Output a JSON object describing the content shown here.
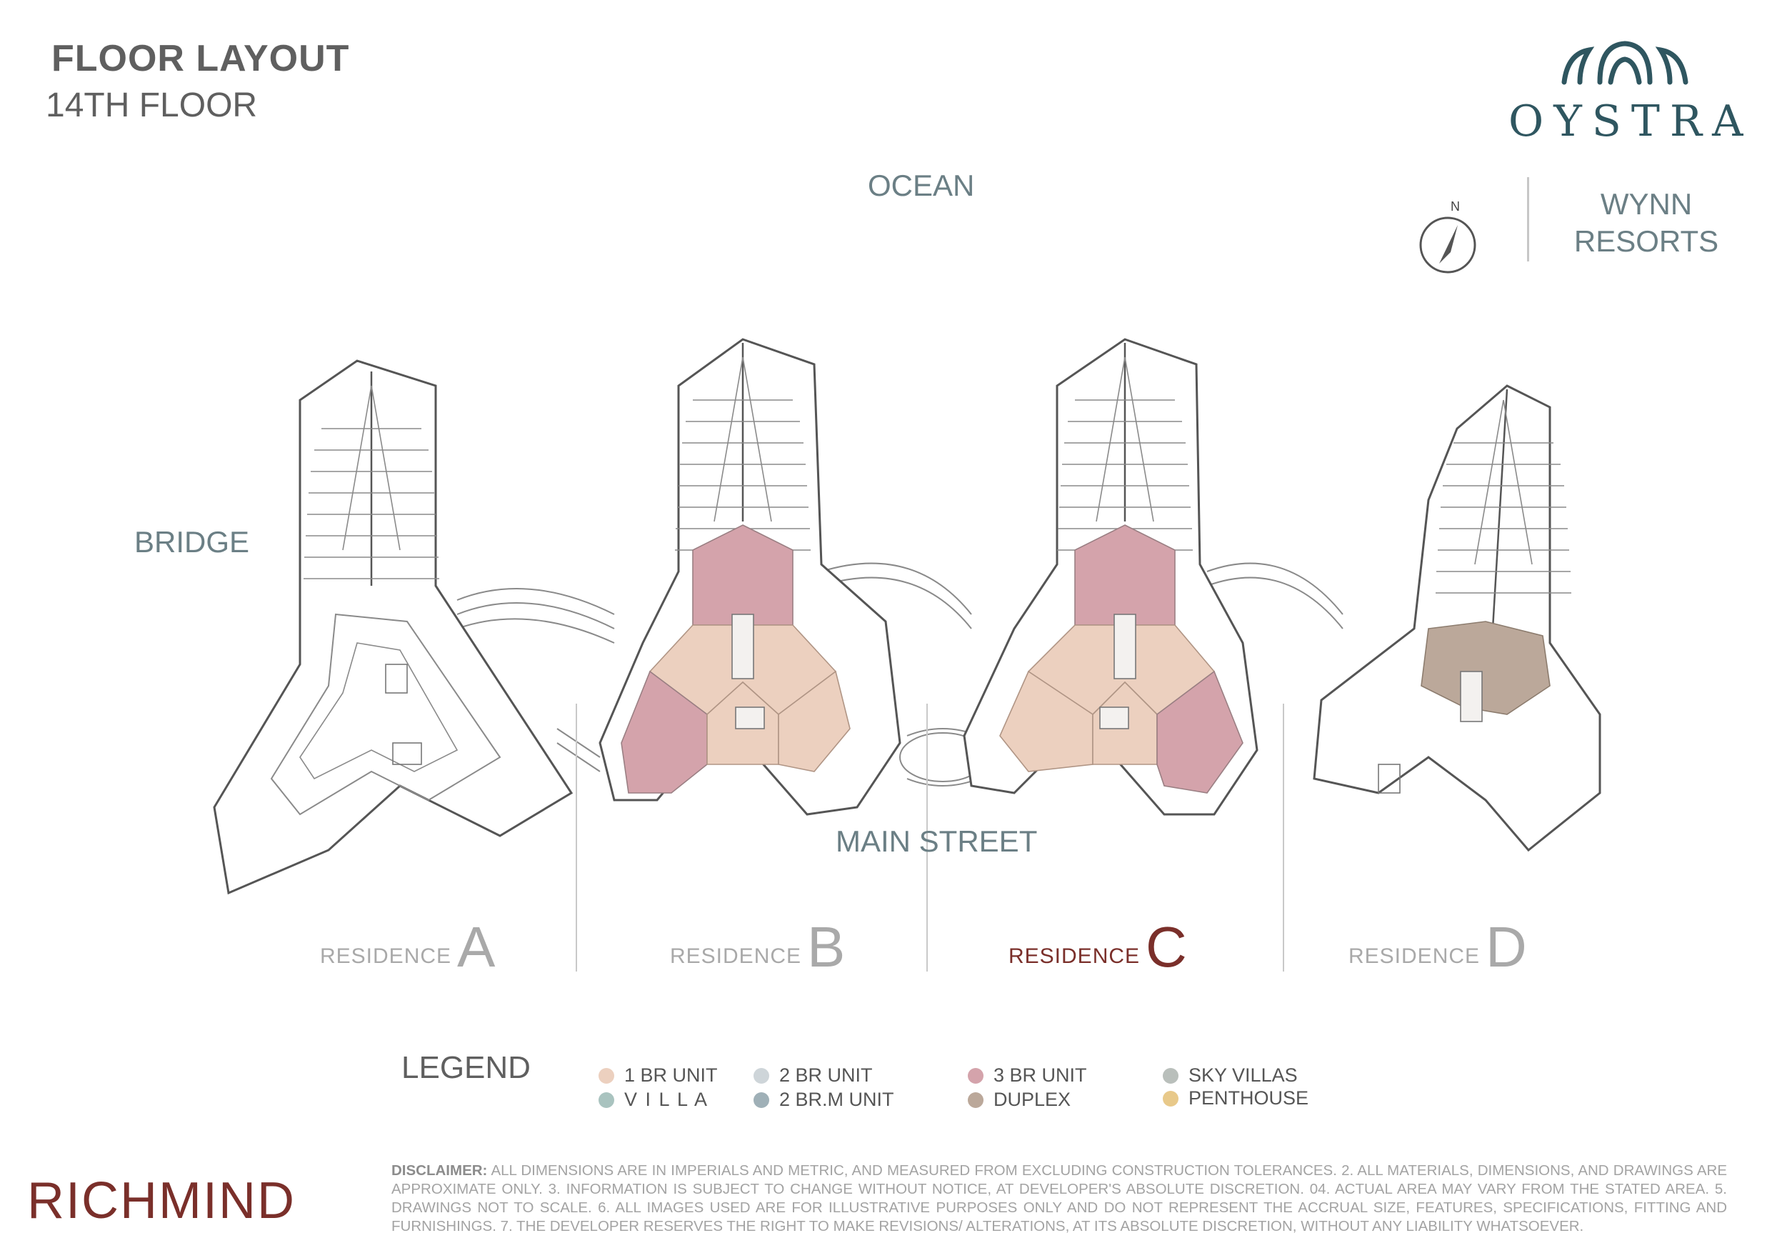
{
  "header": {
    "title": "FLOOR LAYOUT",
    "subtitle": "14TH FLOOR"
  },
  "brand": {
    "logo_text": "OYSTRA",
    "logo_color": "#2f5660",
    "partner_line1": "WYNN",
    "partner_line2": "RESORTS",
    "compass_letter": "N"
  },
  "map_labels": {
    "ocean": "OCEAN",
    "bridge": "BRIDGE",
    "main_street": "MAIN STREET"
  },
  "residences": [
    {
      "prefix": "RESIDENCE",
      "letter": "A",
      "highlighted": false
    },
    {
      "prefix": "RESIDENCE",
      "letter": "B",
      "highlighted": false
    },
    {
      "prefix": "RESIDENCE",
      "letter": "C",
      "highlighted": true
    },
    {
      "prefix": "RESIDENCE",
      "letter": "D",
      "highlighted": false
    }
  ],
  "legend": {
    "title": "LEGEND",
    "items": [
      {
        "label": "1 BR UNIT",
        "color": "#ecd0bf"
      },
      {
        "label": "V I L L A",
        "color": "#a9c3bf"
      },
      {
        "label": "2 BR UNIT",
        "color": "#ced5d9"
      },
      {
        "label": "2 BR.M UNIT",
        "color": "#9fb0b7"
      },
      {
        "label": "3 BR UNIT",
        "color": "#d4a3ab"
      },
      {
        "label": "DUPLEX",
        "color": "#bba89a"
      },
      {
        "label": "SKY VILLAS",
        "color": "#b9bfbb"
      },
      {
        "label": "PENTHOUSE",
        "color": "#e8c98a"
      }
    ]
  },
  "footer": {
    "developer": "RICHMIND",
    "developer_color": "#7a2f2a",
    "disclaimer_label": "DISCLAIMER:",
    "disclaimer_text": " ALL DIMENSIONS ARE IN IMPERIALS AND METRIC, AND MEASURED FROM EXCLUDING CONSTRUCTION TOLERANCES. 2. ALL MATERIALS, DIMENSIONS, AND DRAWINGS ARE APPROXIMATE ONLY. 3. INFORMATION IS SUBJECT TO CHANGE WITHOUT NOTICE, AT DEVELOPER'S ABSOLUTE DISCRETION. 04. ACTUAL AREA MAY VARY FROM THE STATED AREA. 5. DRAWINGS NOT TO SCALE. 6. ALL IMAGES USED ARE FOR ILLUSTRATIVE PURPOSES ONLY AND DO NOT REPRESENT THE ACCRUAL SIZE, FEATURES, SPECIFICATIONS, FITTING AND FURNISHINGS. 7. THE DEVELOPER RESERVES THE RIGHT TO MAKE REVISIONS/ ALTERATIONS, AT ITS ABSOLUTE DISCRETION, WITHOUT ANY LIABILITY WHATSOEVER."
  },
  "unit_colors": {
    "one_br": "#ecd0bf",
    "three_br": "#d4a3ab",
    "duplex": "#bba89a",
    "core": "#f3f1ef"
  }
}
